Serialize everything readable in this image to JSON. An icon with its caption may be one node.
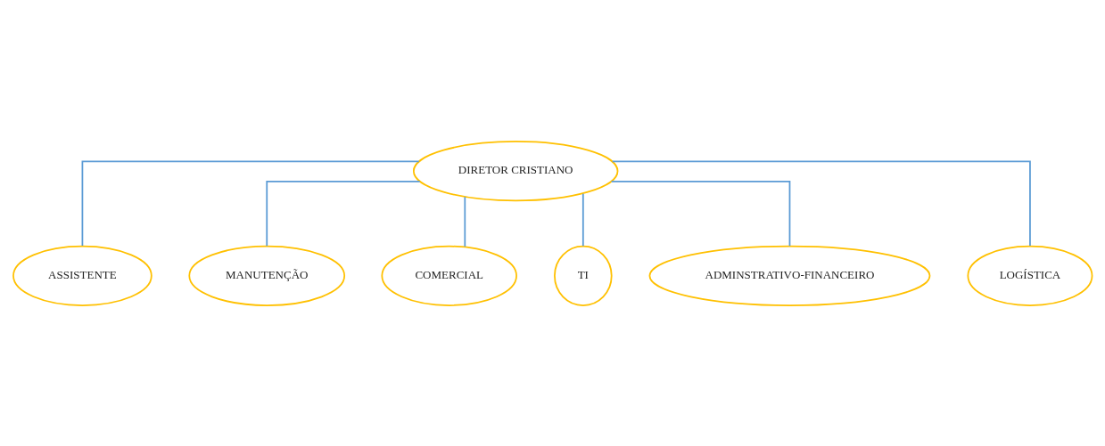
{
  "diagram": {
    "nodes": [
      {
        "text": [
          "DIRETOR CRISTIANO"
        ]
      },
      {
        "text": [
          "ASSISTENTE"
        ]
      },
      {
        "text": [
          "MANUTENÇÃO"
        ]
      },
      {
        "text": [
          "COMERCIAL"
        ]
      },
      {
        "text": [
          "TI"
        ]
      },
      {
        "text": [
          "ADMINSTRATIVO-FINANCEIRO"
        ]
      },
      {
        "text": [
          "LOGÍSTICA"
        ]
      }
    ],
    "edges": [
      {
        "from": 0,
        "to": 1,
        "arrow": "none"
      },
      {
        "from": 0,
        "to": 2,
        "arrow": "none"
      },
      {
        "from": 0,
        "to": 3,
        "arrow": "none"
      },
      {
        "from": 0,
        "to": 4,
        "arrow": "none"
      },
      {
        "from": 0,
        "to": 5,
        "arrow": "none"
      },
      {
        "from": 0,
        "to": 6,
        "arrow": "none"
      }
    ]
  }
}
